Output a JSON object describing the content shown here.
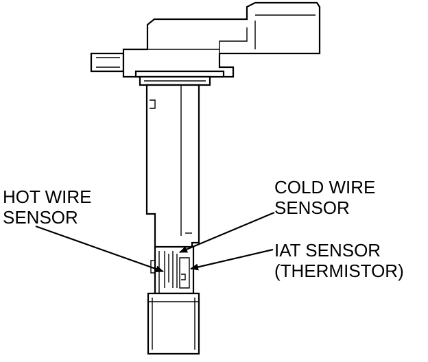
{
  "labels": {
    "hot_wire_line1": "HOT WIRE",
    "hot_wire_line2": "SENSOR",
    "cold_wire_line1": "COLD WIRE",
    "cold_wire_line2": "SENSOR",
    "iat_line1": "IAT SENSOR",
    "iat_line2": "(THERMISTOR)"
  }
}
